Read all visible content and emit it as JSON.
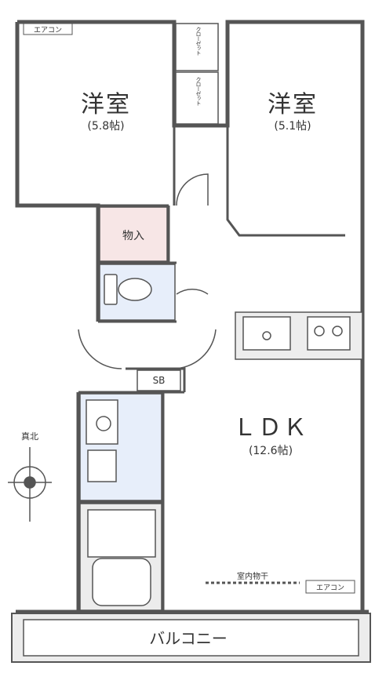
{
  "rooms": {
    "western1": {
      "name": "洋室",
      "size": "(5.8帖)"
    },
    "western2": {
      "name": "洋室",
      "size": "(5.1帖)"
    },
    "ldk": {
      "name": "ＬＤＫ",
      "size": "(12.6帖)"
    },
    "storage": {
      "name": "物入"
    },
    "shoebox": {
      "name": "SB"
    },
    "balcony": {
      "name": "バルコニー"
    }
  },
  "labels": {
    "aircon1": "エアコン",
    "aircon2": "エアコン",
    "closet1": "クローゼット",
    "closet2": "クローゼット",
    "laundry": "室内物干",
    "north": "真北"
  },
  "colors": {
    "wall": "#555555",
    "room_fill": "#ffffff",
    "wet_fill": "#e7eefa",
    "storage_fill": "#f7e6e6",
    "kitchen_fill": "#ededed",
    "balcony_fill": "#ececec"
  }
}
